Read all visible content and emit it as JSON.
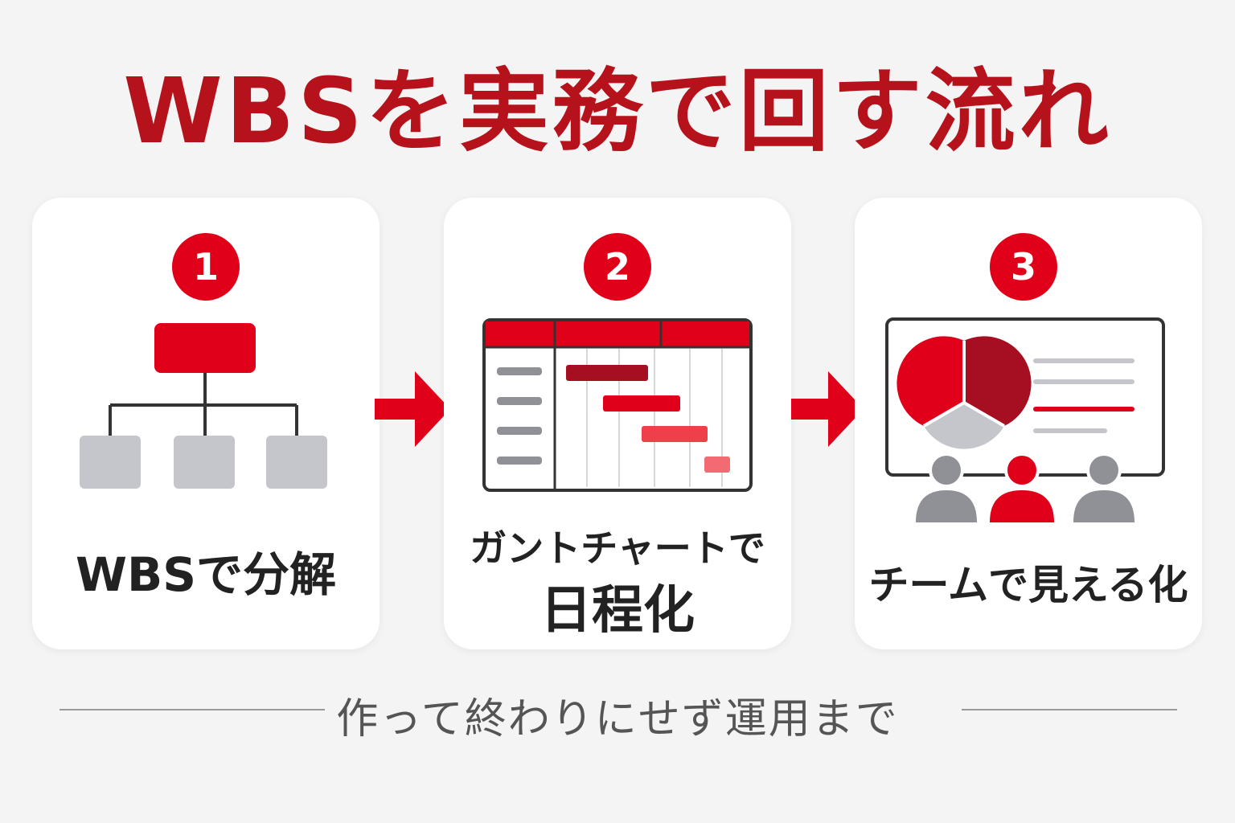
{
  "title": "WBSを実務で回す流れ",
  "steps": [
    {
      "number": "1",
      "label": "WBSで分解",
      "icon": "hierarchy-icon"
    },
    {
      "number": "2",
      "label_line1": "ガントチャートで",
      "label_line2": "日程化",
      "icon": "gantt-chart-icon"
    },
    {
      "number": "3",
      "label": "チームで見える化",
      "icon": "team-dashboard-icon"
    }
  ],
  "footer": "作って終わりにせず運用まで",
  "colors": {
    "accent": "#e0001a",
    "title": "#b5121b",
    "dark_red": "#a50f21",
    "gray": "#c4c6cb",
    "text": "#222222"
  }
}
